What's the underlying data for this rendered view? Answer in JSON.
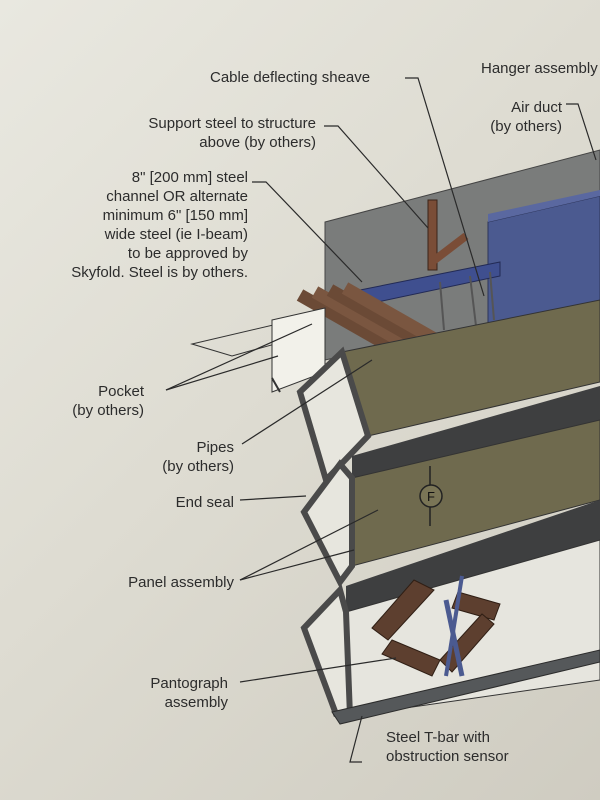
{
  "labels": {
    "cable_sheave": "Cable deflecting sheave",
    "hanger": "Hanger assembly",
    "support_steel": [
      "Support steel to structure",
      "above (by others)"
    ],
    "air_duct": [
      "Air duct",
      "(by others)"
    ],
    "steel_channel": [
      "8\" [200 mm] steel",
      "channel OR alternate",
      "minimum 6\" [150 mm]",
      "wide steel (ie I-beam)",
      "to be approved by",
      "Skyfold. Steel is by others."
    ],
    "pocket": [
      "Pocket",
      "(by others)"
    ],
    "pipes": [
      "Pipes",
      "(by others)"
    ],
    "end_seal": "End seal",
    "panel": "Panel assembly",
    "pantograph": [
      "Pantograph",
      "assembly"
    ],
    "tbar": [
      "Steel T-bar with",
      "obstruction sensor"
    ],
    "f_marker": "F"
  },
  "colors": {
    "paper": "#e6e4dc",
    "frame_grey": "#6c6d6b",
    "panel_olive": "#6f6a4e",
    "panel_dark": "#3e3f40",
    "steel_blue": "#3f4f8f",
    "duct_blue": "#4b5a90",
    "pipe_brown": "#6b4a36",
    "pantograph_brown": "#5d3f2f",
    "leader_line": "#2a2a2a"
  }
}
